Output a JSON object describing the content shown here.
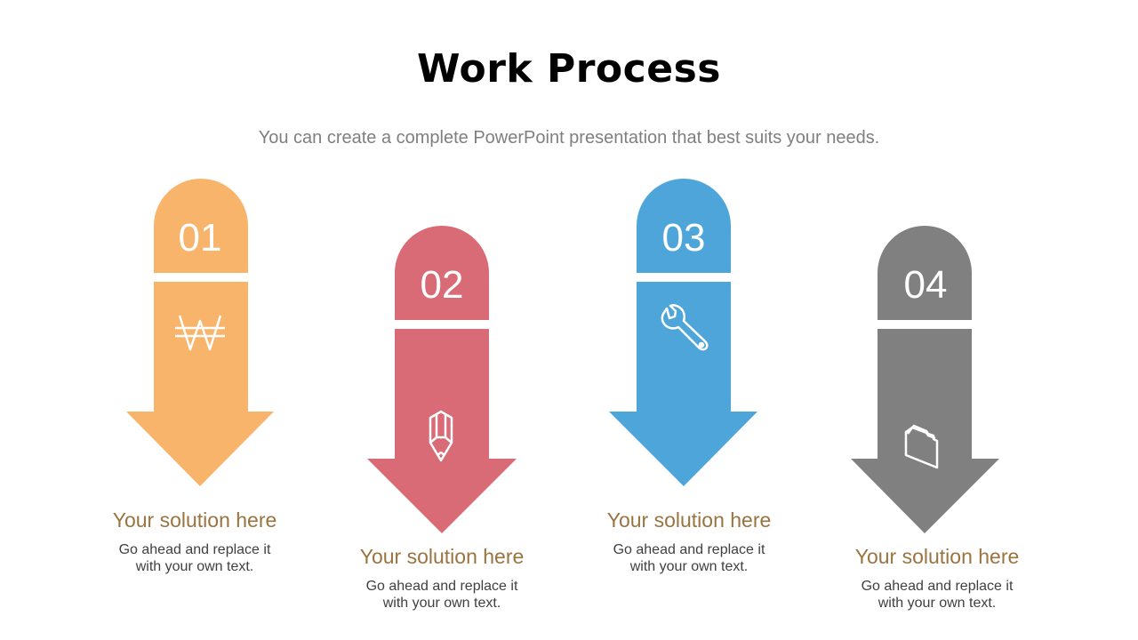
{
  "slide": {
    "title": "Work Process",
    "subtitle": "You can create a complete PowerPoint presentation that best suits your needs."
  },
  "steps": [
    {
      "number": "01",
      "color": "#F9B46B",
      "icon": "won-currency-icon",
      "heading": "Your solution here",
      "body_line1": "Go ahead and replace it",
      "body_line2": "with your own text."
    },
    {
      "number": "02",
      "color": "#D96B76",
      "icon": "pencil-icon",
      "heading": "Your solution here",
      "body_line1": "Go ahead and replace it",
      "body_line2": "with your own text."
    },
    {
      "number": "03",
      "color": "#4DA5D9",
      "icon": "wrench-icon",
      "heading": "Your solution here",
      "body_line1": "Go ahead and replace it",
      "body_line2": "with your own text."
    },
    {
      "number": "04",
      "color": "#808080",
      "icon": "folder-icon",
      "heading": "Your solution here",
      "body_line1": "Go ahead and replace it",
      "body_line2": "with your own text."
    }
  ],
  "colors": {
    "heading_text": "#9A7440",
    "body_text": "#404040",
    "subtitle_text": "#7F7F7F"
  }
}
